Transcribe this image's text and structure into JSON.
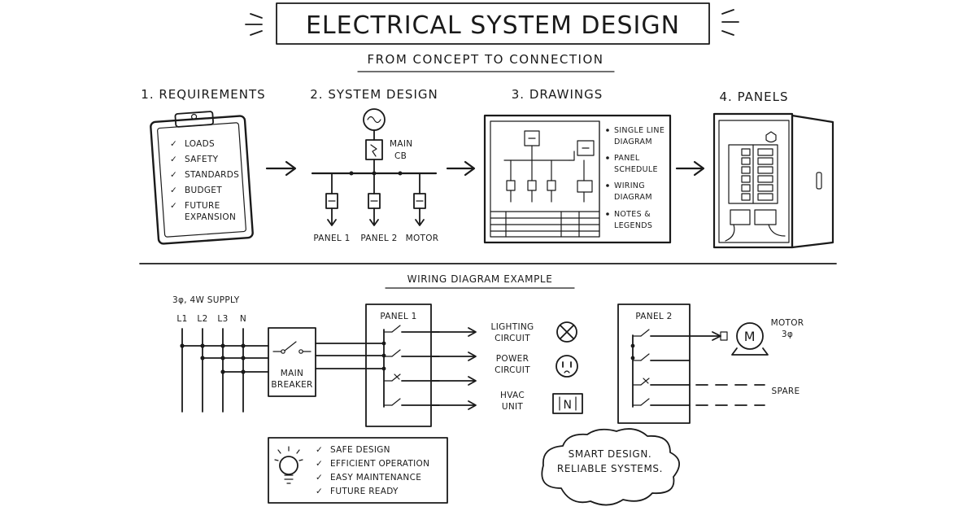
{
  "title": "ELECTRICAL SYSTEM DESIGN",
  "subtitle": "FROM CONCEPT TO CONNECTION",
  "steps": [
    {
      "label": "1. REQUIREMENTS"
    },
    {
      "label": "2. SYSTEM DESIGN"
    },
    {
      "label": "3. DRAWINGS"
    },
    {
      "label": "4. PANELS"
    }
  ],
  "requirements": [
    "LOADS",
    "SAFETY",
    "STANDARDS",
    "BUDGET",
    "FUTURE",
    "EXPANSION"
  ],
  "system_design": {
    "main_cb": [
      "MAIN",
      "CB"
    ],
    "outputs": [
      "PANEL 1",
      "PANEL 2",
      "MOTOR"
    ]
  },
  "drawings_list": [
    "SINGLE LINE",
    "DIAGRAM",
    "PANEL",
    "SCHEDULE",
    "WIRING",
    "DIAGRAM",
    "NOTES &",
    "LEGENDS"
  ],
  "wiring": {
    "section_title": "WIRING DIAGRAM EXAMPLE",
    "supply_label": "3φ, 4W SUPPLY",
    "lines": [
      "L1",
      "L2",
      "L3",
      "N"
    ],
    "main_breaker": [
      "MAIN",
      "BREAKER"
    ],
    "panel1": "PANEL 1",
    "panel2": "PANEL 2",
    "circuits": [
      {
        "line1": "LIGHTING",
        "line2": "CIRCUIT"
      },
      {
        "line1": "POWER",
        "line2": "CIRCUIT"
      },
      {
        "line1": "HVAC",
        "line2": "UNIT"
      }
    ],
    "motor": [
      "MOTOR",
      "3φ"
    ],
    "motor_symbol": "M",
    "hvac_symbol": "N",
    "spare": "SPARE"
  },
  "benefits": [
    "SAFE DESIGN",
    "EFFICIENT OPERATION",
    "EASY MAINTENANCE",
    "FUTURE READY"
  ],
  "cloud": [
    "SMART DESIGN.",
    "RELIABLE SYSTEMS."
  ],
  "check_mark": "✓"
}
